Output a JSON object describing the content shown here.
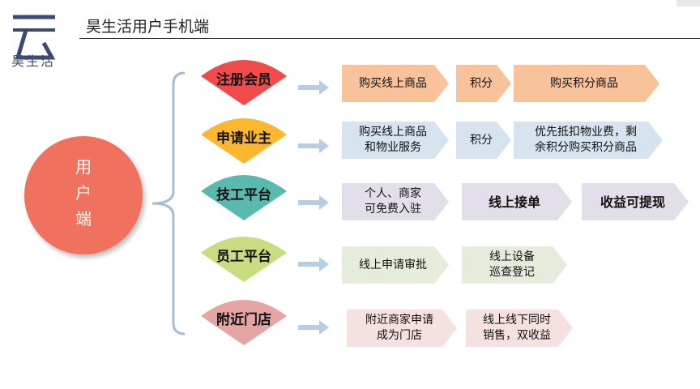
{
  "header": {
    "logo_text": "昊生活",
    "title": "昊生活用户手机端"
  },
  "main": {
    "label_lines": [
      "用",
      "户",
      "端"
    ]
  },
  "rows": [
    {
      "category": "注册会员",
      "color": "#f04a4a",
      "steps": [
        {
          "text": "购买线上商品",
          "color": "#f8c29a"
        },
        {
          "text": "积分",
          "color": "#f8c29a"
        },
        {
          "text": "购买积分商品",
          "color": "#f8c29a"
        }
      ]
    },
    {
      "category": "申请业主",
      "color": "#fbb72e",
      "steps": [
        {
          "text": "购买线上商品\n和物业服务",
          "color": "#d7e3ef"
        },
        {
          "text": "积分",
          "color": "#d7e3ef"
        },
        {
          "text": "优先抵扣物业费，剩\n余积分购买积分商品",
          "color": "#d7e3ef"
        }
      ]
    },
    {
      "category": "技工平台",
      "color": "#5bbab0",
      "steps": [
        {
          "text": "个人、商家\n可免费入驻",
          "color": "#e3dfea"
        },
        {
          "text": "线上接单",
          "color": "#e3dfea"
        },
        {
          "text": "收益可提现",
          "color": "#e3dfea"
        }
      ]
    },
    {
      "category": "员工平台",
      "color": "#c7dd7f",
      "steps": [
        {
          "text": "线上申请审批",
          "color": "#e5ecdc"
        },
        {
          "text": "线上设备\n巡查登记",
          "color": "#e5ecdc"
        }
      ]
    },
    {
      "category": "附近门店",
      "color": "#e5a5a3",
      "steps": [
        {
          "text": "附近商家申请\n成为门店",
          "color": "#f6e1e1"
        },
        {
          "text": "线上线下同时\n销售，双收益",
          "color": "#f6e1e1"
        }
      ]
    }
  ]
}
